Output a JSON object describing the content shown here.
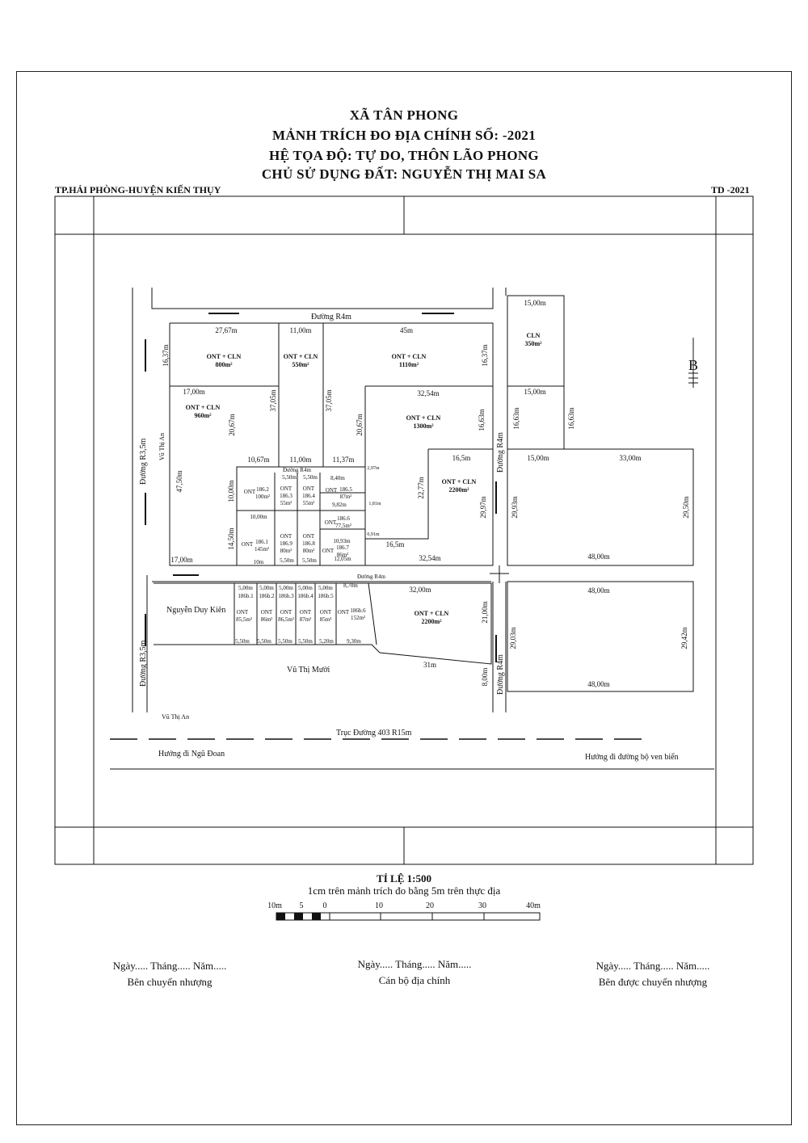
{
  "header": {
    "commune": "XÃ TÂN PHONG",
    "doc_title": "MẢNH TRÍCH ĐO ĐỊA CHÍNH SỐ:      -2021",
    "coords": "HỆ TỌA ĐỘ: TỰ DO, THÔN LÃO PHONG",
    "owner": "CHỦ SỬ DỤNG ĐẤT: NGUYỄN THỊ MAI SA",
    "location": "TP.HẢI PHÒNG-HUYỆN KIẾN THỤY",
    "doc_code": "TD   -2021"
  },
  "map": {
    "north_arrow": "B",
    "roads": {
      "r4_top": "Đường R4m",
      "r4_inner": "Đường R4m",
      "r4_mid": "Đường R4m",
      "r4_right_upper": "Đường R4m",
      "r4_right_lower": "Đường R4m",
      "r35_upper": "Đường R3,5m",
      "r35_lower": "Đường R3,5m",
      "vu_thi_an": "Vũ Thị An",
      "main_road": "Trục Đường 403 R15m",
      "dir_left": "Hướng đi Ngũ Đoan",
      "dir_right": "Hướng đi đường bộ ven biển"
    },
    "parcels": [
      {
        "type": "ONT + CLN",
        "area": "800m²"
      },
      {
        "type": "ONT + CLN",
        "area": "550m²"
      },
      {
        "type": "ONT + CLN",
        "area": "1110m²"
      },
      {
        "type": "CLN",
        "area": "350m²"
      },
      {
        "type": "ONT + CLN",
        "area": "960m²"
      },
      {
        "type": "ONT + CLN",
        "area": "1300m²"
      },
      {
        "type": "ONT + CLN",
        "area": "2200m²"
      },
      {
        "type": "ONT + CLN",
        "area": "2200m²"
      }
    ],
    "small_lots": [
      {
        "use": "ONT",
        "code": "186.2",
        "area": "100m²"
      },
      {
        "use": "ONT",
        "code": "186.3",
        "area": "55m²"
      },
      {
        "use": "ONT",
        "code": "186.4",
        "area": "55m²"
      },
      {
        "use": "ONT",
        "code": "186.5",
        "area": "87m²"
      },
      {
        "use": "ONT",
        "code": "186.6",
        "area": "77,5m²"
      },
      {
        "use": "ONT",
        "code": "186.1",
        "area": "145m²"
      },
      {
        "use": "ONT",
        "code": "186.9",
        "area": "80m²"
      },
      {
        "use": "ONT",
        "code": "186.8",
        "area": "80m²"
      },
      {
        "use": "ONT",
        "code": "186.7",
        "area": "86m²"
      }
    ],
    "lower_lots": [
      {
        "code": "186b.1",
        "use": "ONT",
        "area": "85,5m²"
      },
      {
        "code": "186b.2",
        "use": "ONT",
        "area": "86m²"
      },
      {
        "code": "186b.3",
        "use": "ONT",
        "area": "86,5m²"
      },
      {
        "code": "186b.4",
        "use": "ONT",
        "area": "87m²"
      },
      {
        "code": "186b.5",
        "use": "ONT",
        "area": "85m²"
      },
      {
        "code": "186b.6",
        "use": "ONT",
        "area": "152m²"
      }
    ],
    "owners": {
      "left": "Nguyễn Duy Kiên",
      "bottom": "Vũ Thị Mười"
    },
    "dims": {
      "d1": "27,67m",
      "d2": "11,00m",
      "d3": "45m",
      "d4": "15,00m",
      "d5": "16,37m",
      "d6": "16,37m",
      "d7": "17,00m",
      "d8": "37,05m",
      "d9": "37,05m",
      "d10": "32,54m",
      "d11": "15,00m",
      "d12": "20,67m",
      "d13": "20,67m",
      "d14": "16,63m",
      "d15": "16,63m",
      "d16": "16,63m",
      "d17": "47,50m",
      "d18": "10,67m",
      "d19": "11,00m",
      "d20": "11,37m",
      "d21": "2,97m",
      "d22": "16,5m",
      "d23": "15,00m",
      "d24": "33,00m",
      "d25": "22,77m",
      "d26": "29,97m",
      "d27": "29,93m",
      "d28": "29,50m",
      "d29": "10,00m",
      "d30": "14,50m",
      "d31": "5,50m",
      "d32": "5,50m",
      "d33": "8,40m",
      "d34": "9,82m",
      "d35": "1,81m",
      "d36": "10,00m",
      "d37": "0,91m",
      "d38": "10,93m",
      "d39": "16,5m",
      "d40": "12,05m",
      "d41": "10m",
      "d42": "5,50m",
      "d43": "5,50m",
      "d44": "17,00m",
      "d45": "32,54m",
      "d46": "48,00m",
      "d47": "5,00m",
      "d48": "5,00m",
      "d49": "5,00m",
      "d50": "5,00m",
      "d51": "5,00m",
      "d52": "8,70m",
      "d53": "32,00m",
      "d54": "48,00m",
      "d55": "21,00m",
      "d56": "29,03m",
      "d57": "29,42m",
      "d58": "5,50m",
      "d59": "5,50m",
      "d60": "5,50m",
      "d61": "5,50m",
      "d62": "5,20m",
      "d63": "9,30m",
      "d64": "31m",
      "d65": "8,00m",
      "d66": "48,00m"
    }
  },
  "scale": {
    "ratio": "TỈ LỆ 1:500",
    "note": "1cm trên mảnh trích đo bằng 5m trên thực địa",
    "ticks": [
      "10m",
      "5",
      "0",
      "10",
      "20",
      "30",
      "40m"
    ]
  },
  "signatures": [
    {
      "date": "Ngày..... Tháng..... Năm.....",
      "role": "Bên chuyển nhượng"
    },
    {
      "date": "Ngày..... Tháng..... Năm.....",
      "role": "Cán bộ địa chính"
    },
    {
      "date": "Ngày..... Tháng..... Năm.....",
      "role": "Bên được chuyển nhượng"
    }
  ]
}
